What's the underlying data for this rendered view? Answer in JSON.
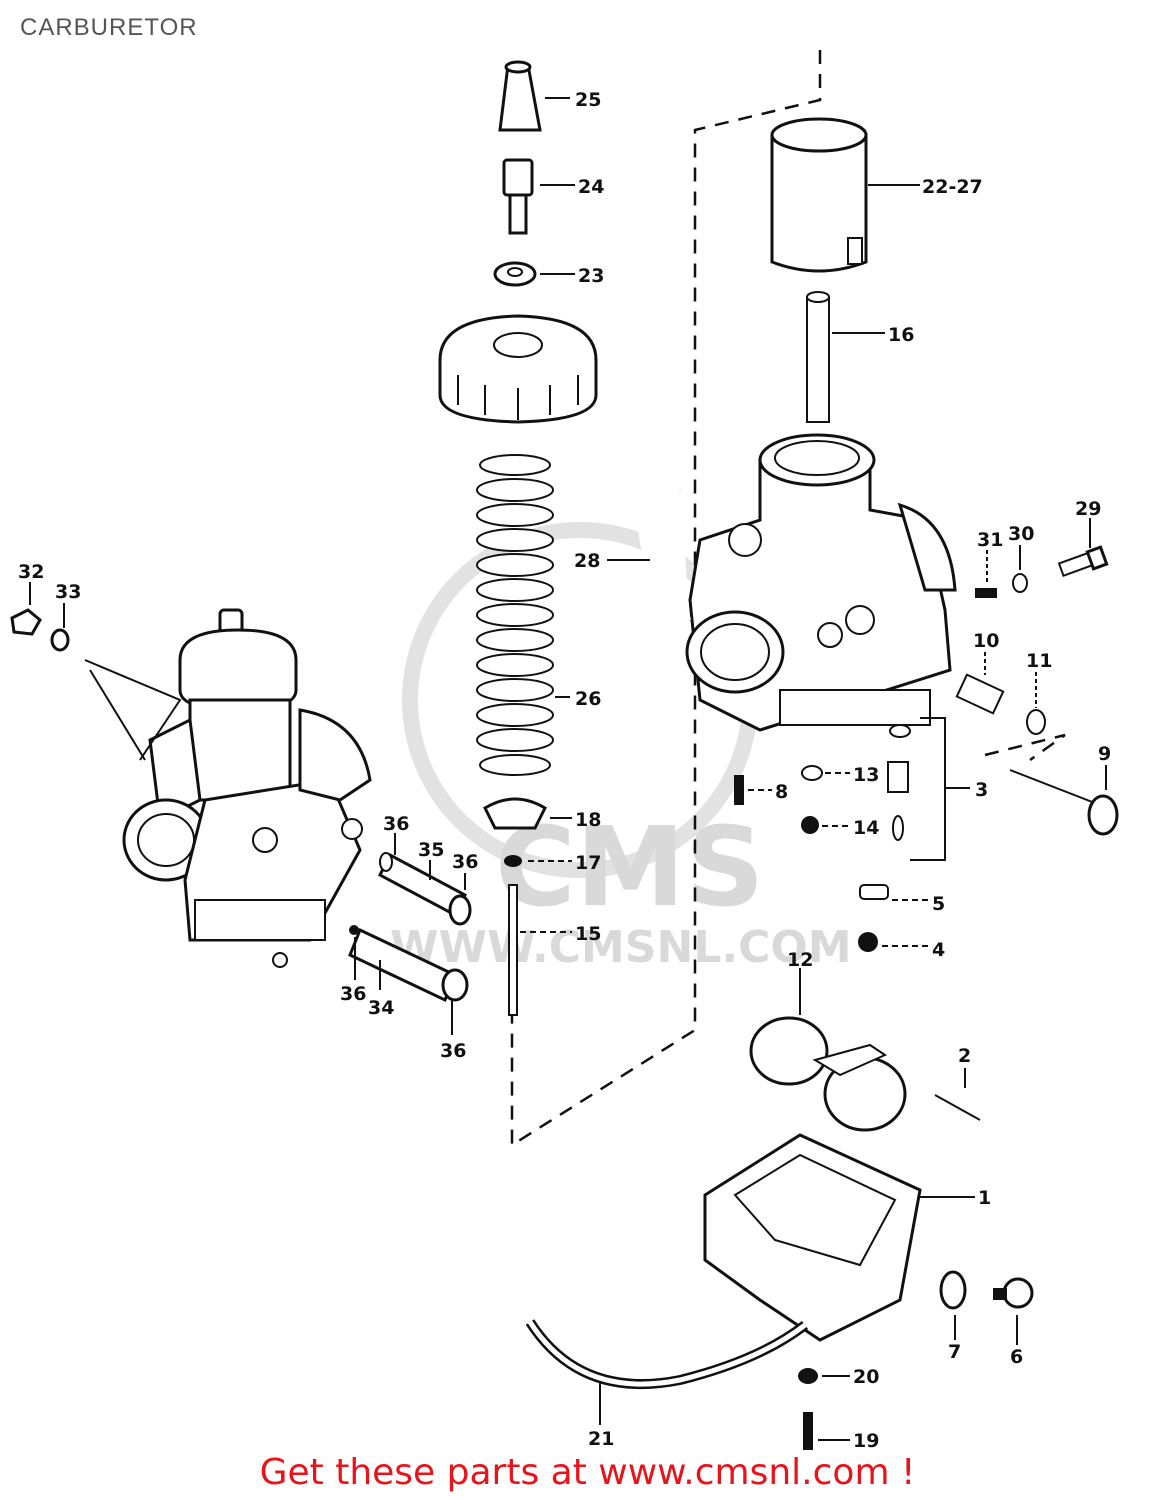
{
  "title": "CARBURETOR",
  "footer": "Get these parts at www.cmsnl.com !",
  "watermark": {
    "logo_text": "CMS",
    "url_text": "WWW.CMSNL.COM"
  },
  "colors": {
    "footer_text": "#e8141c",
    "line_art": "#111111",
    "watermark": "#d9d9d9"
  },
  "callouts": {
    "c1": "1",
    "c2": "2",
    "c3": "3",
    "c4": "4",
    "c5": "5",
    "c6": "6",
    "c7": "7",
    "c8": "8",
    "c9": "9",
    "c10": "10",
    "c11": "11",
    "c12": "12",
    "c13": "13",
    "c14": "14",
    "c15": "15",
    "c16": "16",
    "c17": "17",
    "c18": "18",
    "c19": "19",
    "c20": "20",
    "c21": "21",
    "c22": "22-27",
    "c23": "23",
    "c24": "24",
    "c25": "25",
    "c26": "26",
    "c28": "28",
    "c29": "29",
    "c30": "30",
    "c31": "31",
    "c32": "32",
    "c33": "33",
    "c34": "34",
    "c35": "35",
    "c36a": "36",
    "c36b": "36",
    "c36c": "36",
    "c36d": "36"
  }
}
